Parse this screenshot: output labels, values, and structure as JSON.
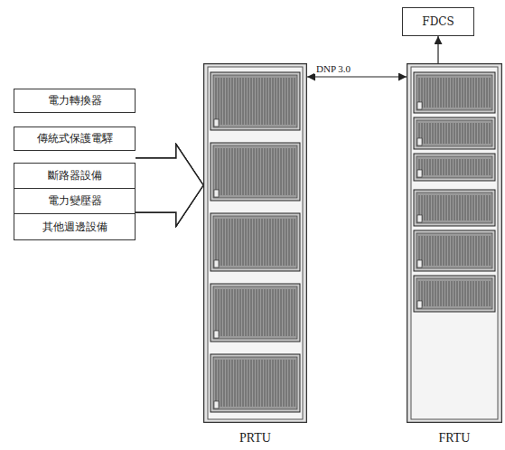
{
  "diagram": {
    "nodes": [
      {
        "text": [
          "電力轉換器"
        ]
      },
      {
        "text": [
          "傳統式保護電驛"
        ]
      },
      {
        "text": [
          "斷路器設備"
        ]
      },
      {
        "text": [
          "電力變壓器"
        ]
      },
      {
        "text": [
          "其他週邊設備"
        ]
      },
      {
        "text": [
          "PRTU"
        ]
      },
      {
        "text": [
          "FRTU"
        ]
      },
      {
        "text": [
          "FDCS"
        ]
      }
    ],
    "edges": [
      {
        "from": 0,
        "to": 5,
        "arrow": "to"
      },
      {
        "from": 1,
        "to": 5,
        "arrow": "to"
      },
      {
        "from": 2,
        "to": 5,
        "arrow": "to"
      },
      {
        "from": 3,
        "to": 5,
        "arrow": "to"
      },
      {
        "from": 4,
        "to": 5,
        "arrow": "to"
      },
      {
        "from": 5,
        "to": 6,
        "label": "DNP 3.0",
        "arrow": "both"
      },
      {
        "from": 6,
        "to": 7,
        "arrow": "to"
      }
    ]
  }
}
